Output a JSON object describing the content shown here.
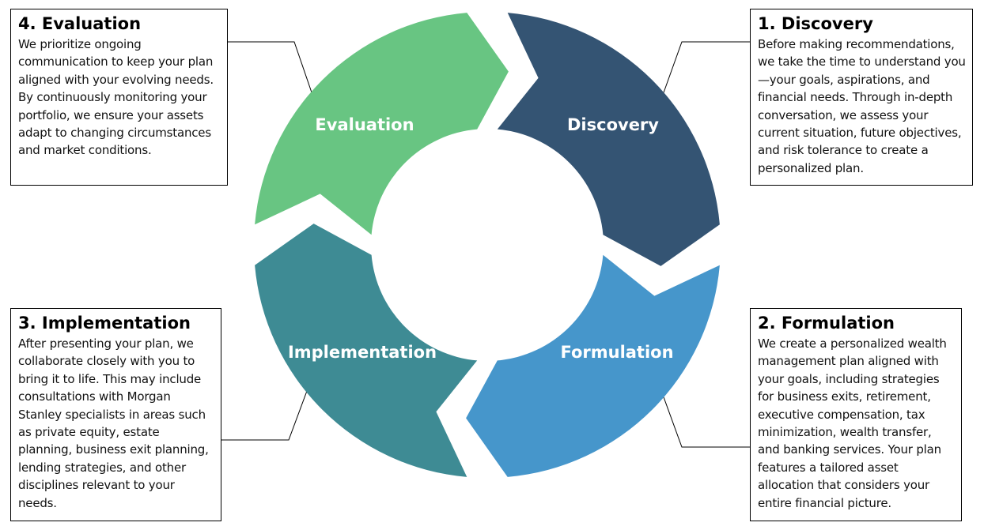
{
  "segments": {
    "discovery": {
      "label": "Discovery",
      "color": "#345473"
    },
    "formulation": {
      "label": "Formulation",
      "color": "#4696cb"
    },
    "implementation": {
      "label": "Implementation",
      "color": "#3e8b94"
    },
    "evaluation": {
      "label": "Evaluation",
      "color": "#68c582"
    }
  },
  "boxes": {
    "discovery": {
      "title": "1. Discovery",
      "text": "Before making recommendations, we take the time to understand you—your goals, aspirations, and financial needs. Through in-depth conversation, we assess your current situation, future objectives, and risk tolerance to create a personalized plan."
    },
    "formulation": {
      "title": "2. Formulation",
      "text": "We create a personalized wealth management plan aligned with your goals, including strategies for business exits, retirement, executive compensation, tax minimization, wealth transfer, and banking services. Your plan features a tailored asset allocation that considers your entire financial picture."
    },
    "implementation": {
      "title": "3. Implementation",
      "text": "After presenting your plan, we collaborate closely with you to bring it to life. This may include consultations with Morgan Stanley specialists in areas such as private equity, estate planning, business exit planning, lending strategies, and other disciplines relevant to your needs."
    },
    "evaluation": {
      "title": "4. Evaluation",
      "text": "We prioritize ongoing communication to keep your plan aligned with your evolving needs. By continuously monitoring your portfolio, we ensure your assets adapt to changing circumstances and market conditions."
    }
  }
}
